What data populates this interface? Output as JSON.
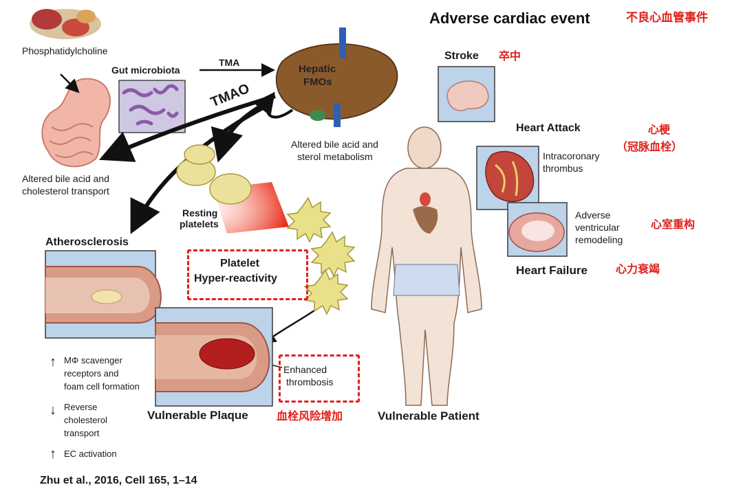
{
  "title": {
    "en": "Adverse cardiac event",
    "zh": "不良心血管事件"
  },
  "top_left": {
    "phosphatidylcholine": "Phosphatidylcholine",
    "gut_microbiota": "Gut microbiota",
    "tma": "TMA",
    "tmao": "TMAO",
    "hepatic": "Hepatic",
    "fmos": "FMOs",
    "altered_bile_sterol_1": "Altered bile acid and",
    "altered_bile_sterol_2": "sterol metabolism",
    "altered_bile_chol_1": "Altered bile acid and",
    "altered_bile_chol_2": "cholesterol transport"
  },
  "platelets": {
    "resting_1": "Resting",
    "resting_2": "platelets",
    "hyper_1": "Platelet",
    "hyper_2": "Hyper-reactivity"
  },
  "athero": {
    "title": "Atherosclerosis",
    "effects": [
      {
        "arrow": "↑",
        "lines": [
          "MΦ  scavenger",
          "receptors and",
          "foam cell formation"
        ]
      },
      {
        "arrow": "↓",
        "lines": [
          "Reverse",
          "cholesterol",
          "transport"
        ]
      },
      {
        "arrow": "↑",
        "lines": [
          "EC activation"
        ]
      }
    ]
  },
  "plaque": {
    "label": "Vulnerable Plaque",
    "label_zh": "血栓风险增加",
    "thrombosis_1": "Enhanced",
    "thrombosis_2": "thrombosis"
  },
  "patient": {
    "label": "Vulnerable Patient"
  },
  "events": {
    "stroke": {
      "en": "Stroke",
      "zh": "卒中"
    },
    "heart_attack": {
      "en": "Heart Attack",
      "zh_1": "心梗",
      "zh_2": "（冠脉血栓）",
      "detail_1": "Intracoronary",
      "detail_2": "thrombus"
    },
    "remodeling": {
      "detail_1": "Adverse",
      "detail_2": "ventricular",
      "detail_3": "remodeling",
      "zh": "心室重构"
    },
    "heart_failure": {
      "en": "Heart Failure",
      "zh": "心力衰竭"
    }
  },
  "citation": "Zhu et al., 2016, Cell 165, 1–14",
  "colors": {
    "red_label": "#e0201b",
    "liver": "#8b5a2b",
    "panel_bg": "#bcd3ea",
    "platelet": "#e9e08a",
    "vessel": "#c9826b"
  }
}
